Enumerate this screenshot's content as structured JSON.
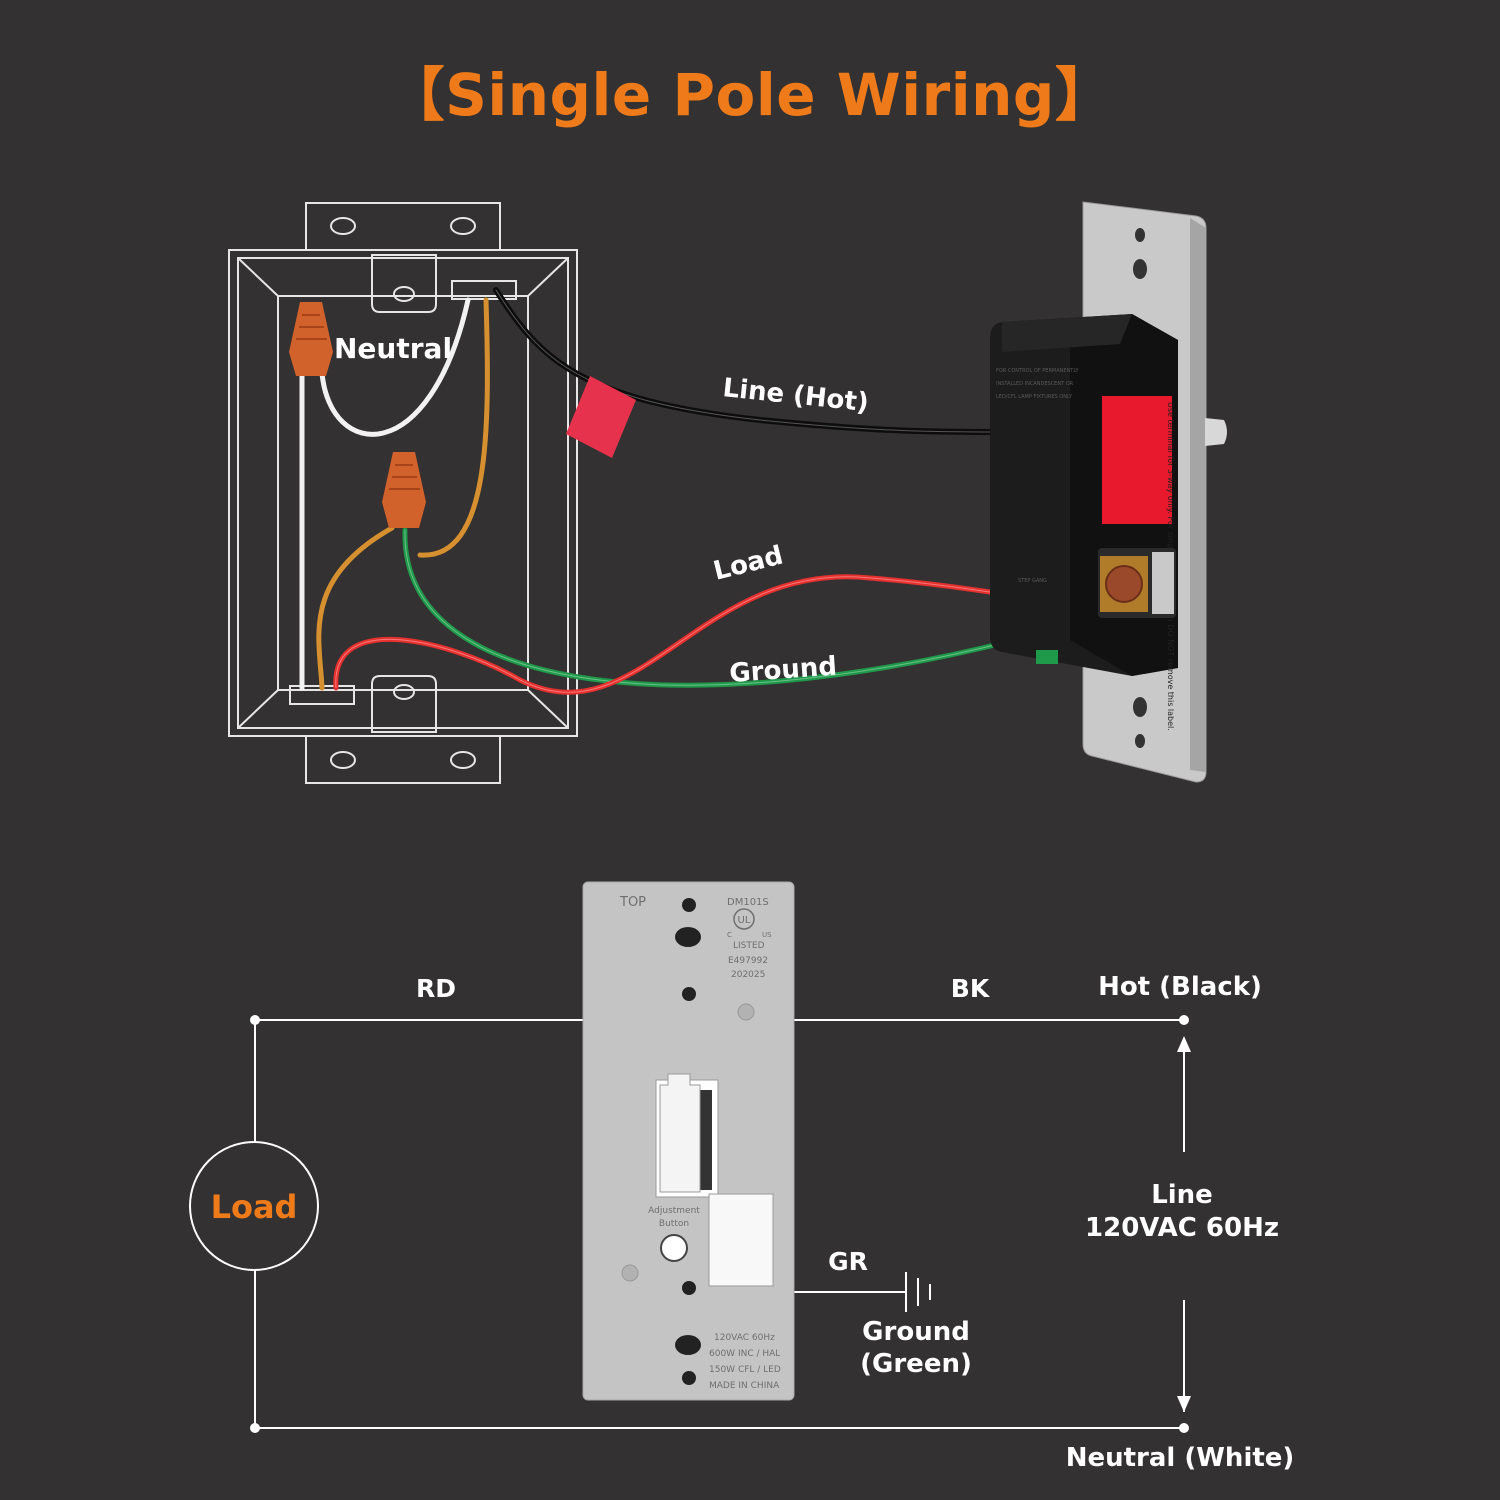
{
  "title": "【Single Pole Wiring】",
  "colors": {
    "background": "#333131",
    "accent": "#ef7a1a",
    "hot_wire": "#111111",
    "neutral_wire": "#f2f2f2",
    "load_wire": "#e8312f",
    "ground_wire": "#1f9a4b",
    "bare_wire": "#d6902f",
    "wire_nut": "#d2622b",
    "plate": "#c9c9c9"
  },
  "top_diagram": {
    "labels": {
      "neutral": "Neutral",
      "line_hot": "Line (Hot)",
      "load": "Load",
      "ground": "Ground"
    },
    "switch_label_text": "Use terminal for 3-way only. For single pole application DO NOT remove this label."
  },
  "schematic": {
    "rd": "RD",
    "bk": "BK",
    "gr": "GR",
    "hot": "Hot (Black)",
    "neutral": "Neutral (White)",
    "line_1": "Line",
    "line_2": "120VAC 60Hz",
    "ground_1": "Ground",
    "ground_2": "(Green)",
    "load": "Load"
  },
  "device": {
    "top": "TOP",
    "model": "DM101S",
    "listed": "LISTED",
    "cert_1": "E497992",
    "cert_2": "202025",
    "ul_logo": "UL",
    "ul_c": "C",
    "ul_us": "US",
    "adjust_1": "Adjustment",
    "adjust_2": "Button",
    "rating_1": "120VAC 60Hz",
    "rating_2": "600W INC / HAL",
    "rating_3": "150W CFL / LED",
    "rating_4": "MADE IN CHINA"
  }
}
